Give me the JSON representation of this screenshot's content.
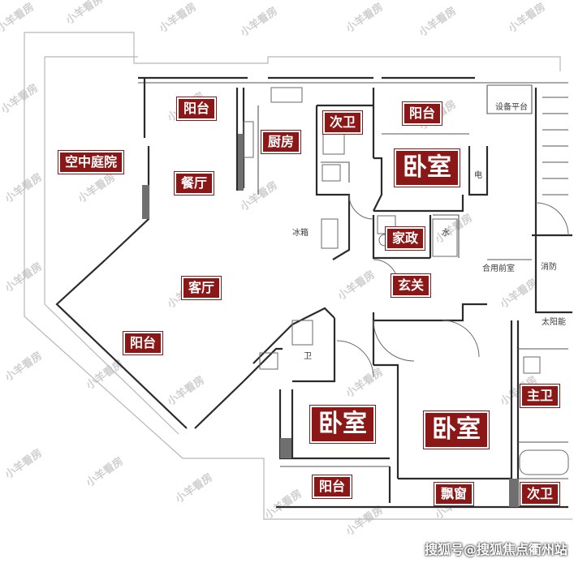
{
  "labels": {
    "sky_garden": "空中庭院",
    "balcony_top_left": "阳台",
    "kitchen": "厨房",
    "second_bath_top": "次卫",
    "balcony_top_right": "阳台",
    "dining": "餐厅",
    "bedroom_top": "卧室",
    "housekeeping": "家政",
    "living": "客厅",
    "entrance": "玄关",
    "balcony_left": "阳台",
    "bedroom_mid": "卧室",
    "bedroom_master": "卧室",
    "master_bath": "主卫",
    "balcony_bottom": "阳台",
    "bay_window": "飘窗",
    "second_bath_bottom": "次卫"
  },
  "notes": {
    "equipment_platform": "设备平台",
    "fridge": "冰箱",
    "water": "水",
    "common_lobby": "合用前室",
    "firefighting": "消防",
    "solar": "太阳能",
    "bath_small": "卫",
    "electric": "电"
  },
  "watermark": "小羊看房",
  "footer": "搜狐号@搜狐焦点衢州站",
  "colors": {
    "label_bg": "#8b1717",
    "wall": "#2b2b2b",
    "watermark": "#cfcfcf"
  }
}
